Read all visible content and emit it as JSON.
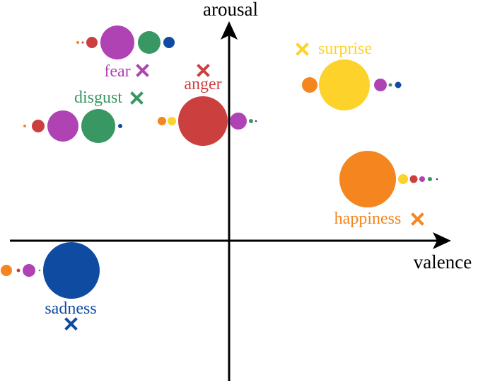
{
  "axes": {
    "y_label": "arousal",
    "x_label": "valence"
  },
  "colors": {
    "happiness": "#f5851f",
    "surprise": "#fdd22b",
    "anger": "#cc3f3f",
    "fear": "#b043b4",
    "disgust": "#399764",
    "sadness": "#0f4ba0",
    "axis": "#000000"
  },
  "emotions": [
    {
      "key": "fear",
      "label": "fear"
    },
    {
      "key": "disgust",
      "label": "disgust"
    },
    {
      "key": "anger",
      "label": "anger"
    },
    {
      "key": "surprise",
      "label": "surprise"
    },
    {
      "key": "happiness",
      "label": "happiness"
    },
    {
      "key": "sadness",
      "label": "sadness"
    }
  ]
}
